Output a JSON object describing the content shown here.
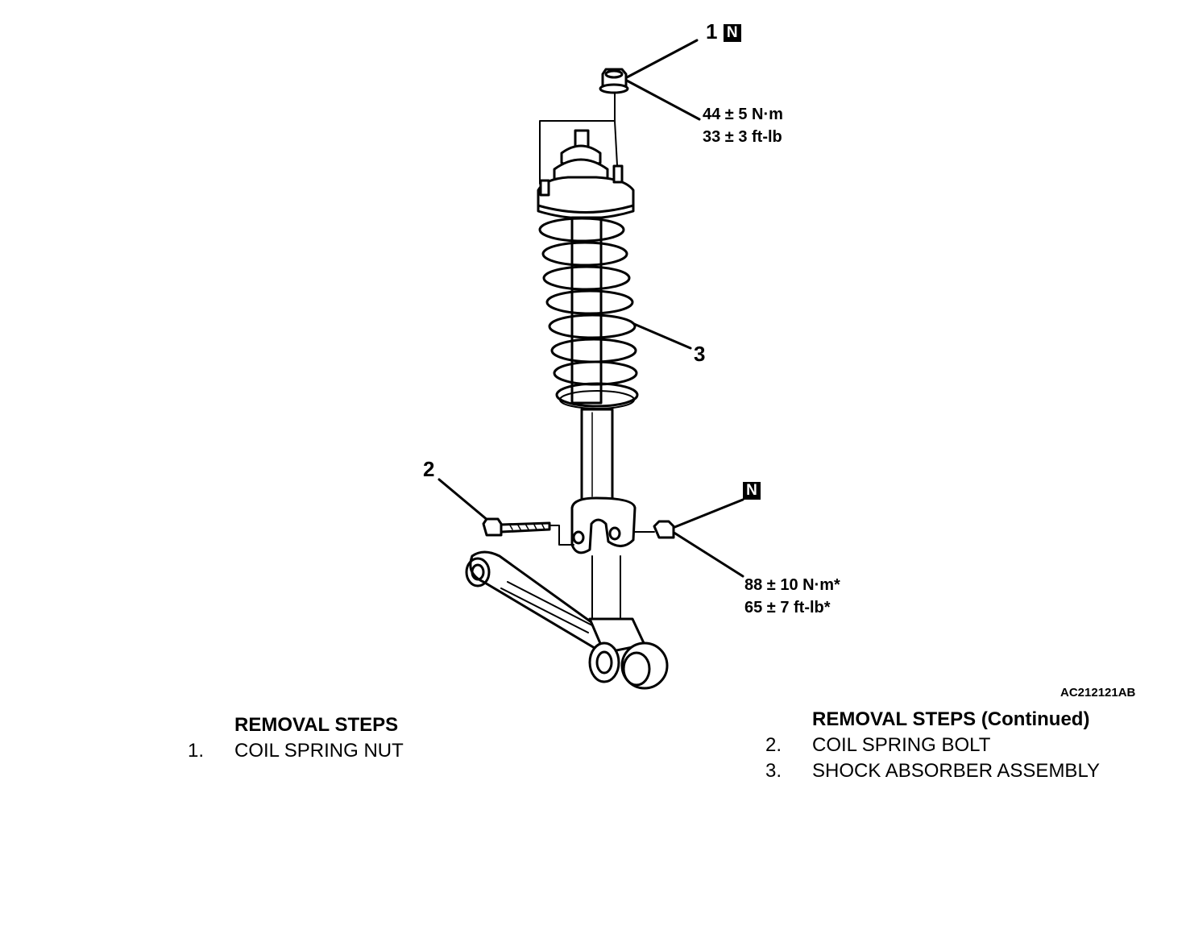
{
  "callouts": {
    "c1": {
      "number": "1",
      "badge": "N"
    },
    "c2": {
      "number": "2"
    },
    "c3": {
      "number": "3"
    },
    "nut_badge": {
      "badge": "N"
    }
  },
  "torques": {
    "top_nut": {
      "nm": "44 ± 5 N·m",
      "ftlb": "33 ± 3 ft-lb"
    },
    "lower_nut": {
      "nm": "88 ± 10 N·m*",
      "ftlb": "65 ± 7 ft-lb*"
    }
  },
  "figure_code": "AC212121AB",
  "removal_left": {
    "heading": "REMOVAL STEPS",
    "items": [
      {
        "num": "1.",
        "text": "COIL SPRING NUT"
      }
    ]
  },
  "removal_right": {
    "heading": "REMOVAL STEPS (Continued)",
    "items": [
      {
        "num": "2.",
        "text": "COIL SPRING BOLT"
      },
      {
        "num": "3.",
        "text": "SHOCK ABSORBER ASSEMBLY"
      }
    ]
  }
}
